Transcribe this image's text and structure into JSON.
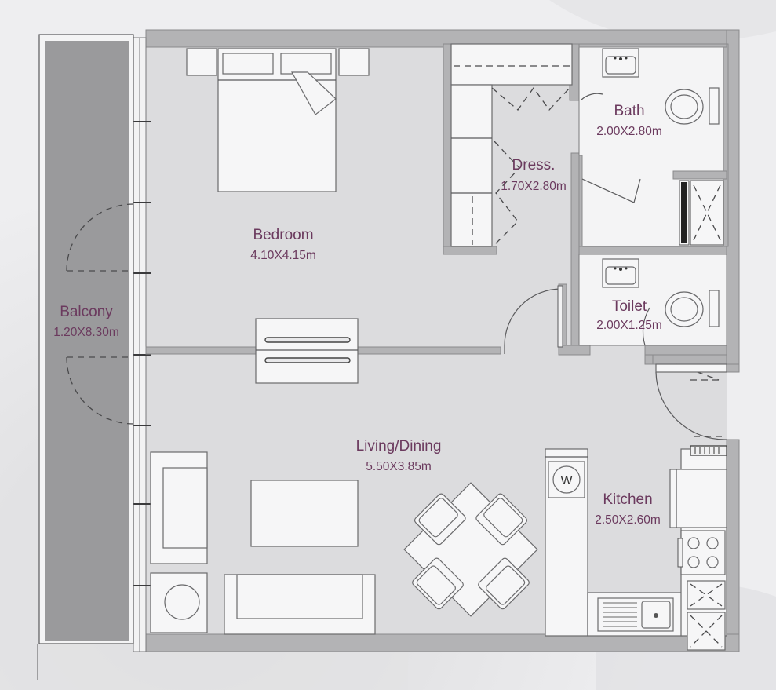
{
  "plan": {
    "rooms": [
      {
        "id": "bedroom",
        "name": "Bedroom",
        "dimensions": "4.10X4.15m"
      },
      {
        "id": "balcony",
        "name": "Balcony",
        "dimensions": "1.20X8.30m"
      },
      {
        "id": "dressing",
        "name": "Dress.",
        "dimensions": "1.70X2.80m"
      },
      {
        "id": "bath",
        "name": "Bath",
        "dimensions": "2.00X2.80m"
      },
      {
        "id": "toilet",
        "name": "Toilet",
        "dimensions": "2.00X1.25m"
      },
      {
        "id": "living",
        "name": "Living/Dining",
        "dimensions": "5.50X3.85m"
      },
      {
        "id": "kitchen",
        "name": "Kitchen",
        "dimensions": "2.50X2.60m"
      }
    ],
    "appliances": {
      "washer_symbol": "W"
    },
    "colors": {
      "label": "#6b3a5e",
      "wall": "#b3b3b5",
      "floor": "#dcdcde",
      "balcony": "#9a9a9c"
    }
  }
}
